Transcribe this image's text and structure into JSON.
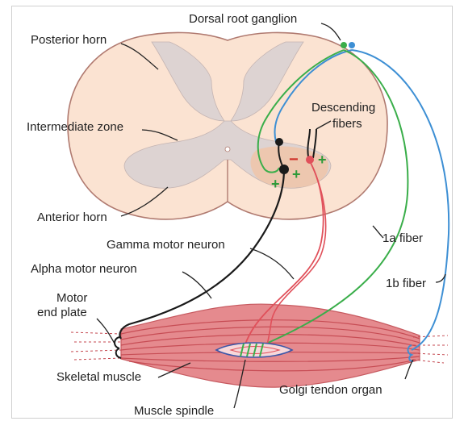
{
  "labels": {
    "dorsal_root_ganglion": "Dorsal root ganglion",
    "posterior_horn": "Posterior horn",
    "intermediate_zone": "Intermediate zone",
    "anterior_horn": "Anterior horn",
    "descending_fibers_line1": "Descending",
    "descending_fibers_line2": "fibers",
    "gamma_motor_neuron": "Gamma motor neuron",
    "alpha_motor_neuron": "Alpha motor neuron",
    "fiber_1a": "1a fiber",
    "fiber_1b": "1b fiber",
    "motor_end_plate_line1": "Motor",
    "motor_end_plate_line2": "end plate",
    "skeletal_muscle": "Skeletal muscle",
    "golgi_tendon_organ": "Golgi tendon organ",
    "muscle_spindle": "Muscle spindle"
  },
  "signs": {
    "inhibitory": "−",
    "excitatory": "+"
  },
  "colors": {
    "spinal_cord_fill": "#fbe3d2",
    "spinal_cord_outline": "#b07a70",
    "gray_matter": "#ddd3d2",
    "motor_pool": "#f2c3a3",
    "muscle_fill": "#e58a8e",
    "muscle_stripe": "#c4474f",
    "alpha_motor_neuron": "#1a1a1a",
    "gamma_motor_neuron": "#e0505a",
    "fiber_1a": "#3aae4a",
    "fiber_1b": "#3d8fd4",
    "plus_sign": "#2e9a3a",
    "minus_sign": "#d0342c"
  }
}
